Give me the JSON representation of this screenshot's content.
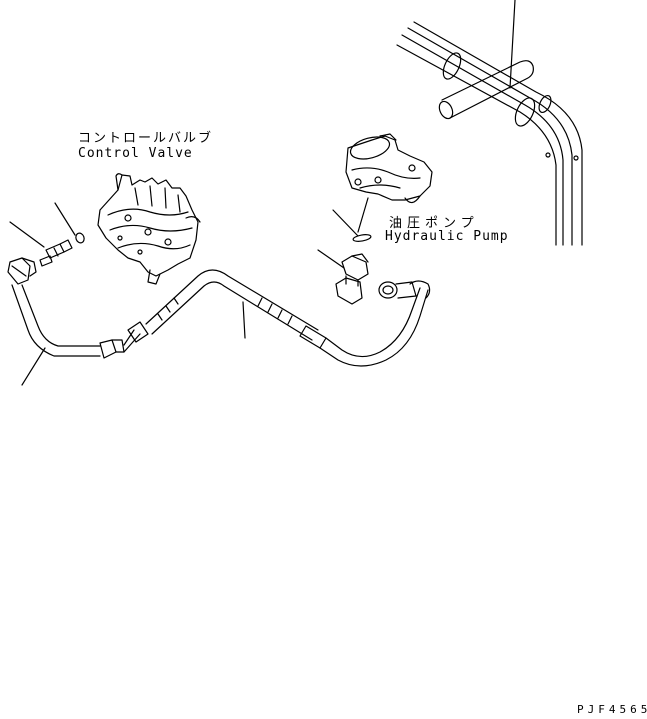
{
  "labels": {
    "control_valve_jp": "コントロールバルブ",
    "control_valve_en": "Control Valve",
    "hydraulic_pump_jp": "油圧ポンプ",
    "hydraulic_pump_en": "Hydraulic Pump"
  },
  "drawing_code": "PJF4565",
  "colors": {
    "line": "#000000",
    "background": "#ffffff"
  }
}
